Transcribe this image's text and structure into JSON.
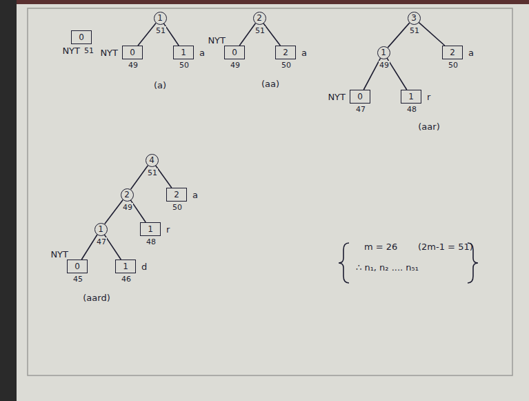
{
  "diagram": {
    "nodes": [
      {
        "text": [
          "0",
          "51",
          "NYT"
        ]
      },
      {
        "text": [
          "1",
          "51"
        ]
      },
      {
        "text": [
          "0",
          "49",
          "NYT"
        ]
      },
      {
        "text": [
          "1",
          "50",
          "a"
        ]
      },
      {
        "text": [
          "2",
          "51"
        ]
      },
      {
        "text": [
          "0",
          "49",
          "NYT"
        ]
      },
      {
        "text": [
          "2",
          "50",
          "a"
        ]
      },
      {
        "text": [
          "3",
          "51"
        ]
      },
      {
        "text": [
          "1",
          "49"
        ]
      },
      {
        "text": [
          "2",
          "50",
          "a"
        ]
      },
      {
        "text": [
          "0",
          "47",
          "NYT"
        ]
      },
      {
        "text": [
          "1",
          "48",
          "r"
        ]
      },
      {
        "text": [
          "4",
          "51"
        ]
      },
      {
        "text": [
          "2",
          "49"
        ]
      },
      {
        "text": [
          "2",
          "50",
          "a"
        ]
      },
      {
        "text": [
          "1",
          "47"
        ]
      },
      {
        "text": [
          "1",
          "48",
          "r"
        ]
      },
      {
        "text": [
          "0",
          "45",
          "NYT"
        ]
      },
      {
        "text": [
          "1",
          "46",
          "d"
        ]
      }
    ],
    "edges": [
      {
        "from": 1,
        "to": 2,
        "arrow": "none"
      },
      {
        "from": 1,
        "to": 3,
        "arrow": "none"
      },
      {
        "from": 4,
        "to": 5,
        "arrow": "none"
      },
      {
        "from": 4,
        "to": 6,
        "arrow": "none"
      },
      {
        "from": 7,
        "to": 8,
        "arrow": "none"
      },
      {
        "from": 7,
        "to": 9,
        "arrow": "none"
      },
      {
        "from": 8,
        "to": 10,
        "arrow": "none"
      },
      {
        "from": 8,
        "to": 11,
        "arrow": "none"
      },
      {
        "from": 12,
        "to": 13,
        "arrow": "none"
      },
      {
        "from": 12,
        "to": 14,
        "arrow": "none"
      },
      {
        "from": 13,
        "to": 15,
        "arrow": "none"
      },
      {
        "from": 13,
        "to": 16,
        "arrow": "none"
      },
      {
        "from": 15,
        "to": 17,
        "arrow": "none"
      },
      {
        "from": 15,
        "to": 18,
        "arrow": "none"
      }
    ],
    "labels": [
      "(a)",
      "(aa)",
      "(aar)",
      "(aard)",
      "m = 26",
      "(2m-1 = 51)",
      "∴ n₁, n₂ .... n₅₁"
    ]
  }
}
